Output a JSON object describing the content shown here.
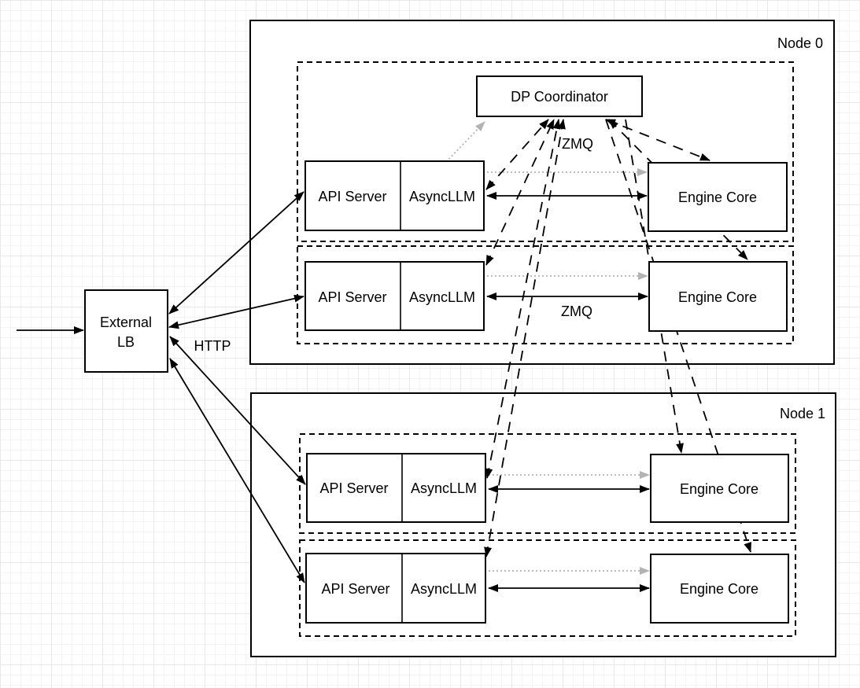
{
  "lb": {
    "line1": "External",
    "line2": "LB"
  },
  "coordinator": {
    "label": "DP Coordinator"
  },
  "annotations": {
    "http": "HTTP",
    "zmq_coordinator": "ZMQ",
    "zmq_engine": "ZMQ"
  },
  "nodes": [
    {
      "label": "Node 0",
      "rows": [
        {
          "api_server": "API Server",
          "asyncllm": "AsyncLLM",
          "engine_core": "Engine Core"
        },
        {
          "api_server": "API Server",
          "asyncllm": "AsyncLLM",
          "engine_core": "Engine Core"
        }
      ]
    },
    {
      "label": "Node 1",
      "rows": [
        {
          "api_server": "API Server",
          "asyncllm": "AsyncLLM",
          "engine_core": "Engine Core"
        },
        {
          "api_server": "API Server",
          "asyncllm": "AsyncLLM",
          "engine_core": "Engine Core"
        }
      ]
    }
  ],
  "colors": {
    "stroke": "#000000",
    "gray_link": "#b3b3b3",
    "box_fill": "#ffffff"
  },
  "edges": [
    {
      "from": "client",
      "to": "external-lb",
      "style": "solid",
      "arrows": "end"
    },
    {
      "from": "external-lb",
      "to": "node0.row0.api-server",
      "style": "solid",
      "arrows": "both",
      "label": "HTTP"
    },
    {
      "from": "external-lb",
      "to": "node0.row1.api-server",
      "style": "solid",
      "arrows": "both",
      "label": "HTTP"
    },
    {
      "from": "external-lb",
      "to": "node1.row0.api-server",
      "style": "solid",
      "arrows": "both",
      "label": "HTTP"
    },
    {
      "from": "external-lb",
      "to": "node1.row1.api-server",
      "style": "solid",
      "arrows": "both",
      "label": "HTTP"
    },
    {
      "from": "node0.row0.asyncllm",
      "to": "node0.row0.engine-core",
      "style": "solid",
      "arrows": "both",
      "label": "ZMQ"
    },
    {
      "from": "node0.row1.asyncllm",
      "to": "node0.row1.engine-core",
      "style": "solid",
      "arrows": "both",
      "label": "ZMQ"
    },
    {
      "from": "node1.row0.asyncllm",
      "to": "node1.row0.engine-core",
      "style": "solid",
      "arrows": "both",
      "label": "ZMQ"
    },
    {
      "from": "node1.row1.asyncllm",
      "to": "node1.row1.engine-core",
      "style": "solid",
      "arrows": "both",
      "label": "ZMQ"
    },
    {
      "from": "node0.row0.asyncllm",
      "to": "node0.row0.engine-core",
      "style": "dotted-gray",
      "arrows": "end"
    },
    {
      "from": "node0.row1.asyncllm",
      "to": "node0.row1.engine-core",
      "style": "dotted-gray",
      "arrows": "end"
    },
    {
      "from": "node1.row0.asyncllm",
      "to": "node1.row0.engine-core",
      "style": "dotted-gray",
      "arrows": "end"
    },
    {
      "from": "node1.row1.asyncllm",
      "to": "node1.row1.engine-core",
      "style": "dotted-gray",
      "arrows": "end"
    },
    {
      "from": "node0.row0.asyncllm",
      "to": "dp-coordinator",
      "style": "dotted-gray",
      "arrows": "end"
    },
    {
      "from": "node0.row0.asyncllm",
      "to": "dp-coordinator",
      "style": "dashed",
      "arrows": "both",
      "label": "ZMQ"
    },
    {
      "from": "node0.row1.asyncllm",
      "to": "dp-coordinator",
      "style": "dashed",
      "arrows": "both",
      "label": "ZMQ"
    },
    {
      "from": "node1.row0.asyncllm",
      "to": "dp-coordinator",
      "style": "dashed",
      "arrows": "both",
      "label": "ZMQ"
    },
    {
      "from": "node1.row1.asyncllm",
      "to": "dp-coordinator",
      "style": "dashed",
      "arrows": "both",
      "label": "ZMQ"
    },
    {
      "from": "dp-coordinator",
      "to": "node0.row0.engine-core",
      "style": "dashed",
      "arrows": "both"
    },
    {
      "from": "dp-coordinator",
      "to": "node0.row1.engine-core",
      "style": "dashed",
      "arrows": "both"
    },
    {
      "from": "dp-coordinator",
      "to": "node1.row0.engine-core",
      "style": "dashed",
      "arrows": "end"
    },
    {
      "from": "dp-coordinator",
      "to": "node1.row1.engine-core",
      "style": "dashed",
      "arrows": "end"
    }
  ]
}
